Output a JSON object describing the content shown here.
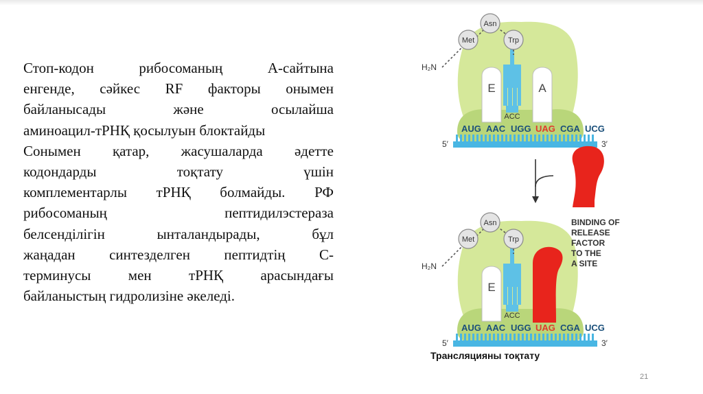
{
  "slide": {
    "paragraph_lines": [
      "Стоп-кодон рибосоманың А-сайтына",
      "енгенде, сәйкес RF факторы онымен",
      "байланысады және осылайша",
      "аминоацил-тРНҚ қосылуын блоктайды",
      "Сонымен қатар, жасушаларда әдетте",
      "кодондарды тоқтату үшін",
      "комплементарлы тРНҚ болмайды. РФ",
      "рибосоманың пептидилэстераза",
      "белсенділігін ынталандырады, бұл",
      "жаңадан синтезделген пептидтің С-",
      "терминусы мен тРНҚ арасындағы",
      "байланыстың гидролизіне әкеледі."
    ],
    "caption": "Трансляцияны тоқтату",
    "page_number": "21"
  },
  "figure": {
    "colors": {
      "ribosome": "#d5e89a",
      "ribosome_dark": "#b9d67a",
      "trna": "#5ec1e6",
      "mrna": "#49b6e3",
      "release_factor": "#e8241c",
      "stop_codon": "#e03a2c",
      "codon_text": "#1a4f7a"
    },
    "amino_acids": [
      "Met",
      "Asn",
      "Trp"
    ],
    "n_terminus": "H₂N",
    "sites": {
      "e": "E",
      "a": "A"
    },
    "anticodon": "ACC",
    "mrna_codons": [
      {
        "text": "AUG",
        "stop": false
      },
      {
        "text": "AAC",
        "stop": false
      },
      {
        "text": "UGG",
        "stop": false
      },
      {
        "text": "UAG",
        "stop": true
      },
      {
        "text": "CGA",
        "stop": false
      },
      {
        "text": "UCG",
        "stop": false
      }
    ],
    "five_prime": "5′",
    "three_prime": "3′",
    "rf_label_lines": [
      "BINDING OF",
      "RELEASE",
      "FACTOR",
      "TO THE",
      "A SITE"
    ]
  }
}
